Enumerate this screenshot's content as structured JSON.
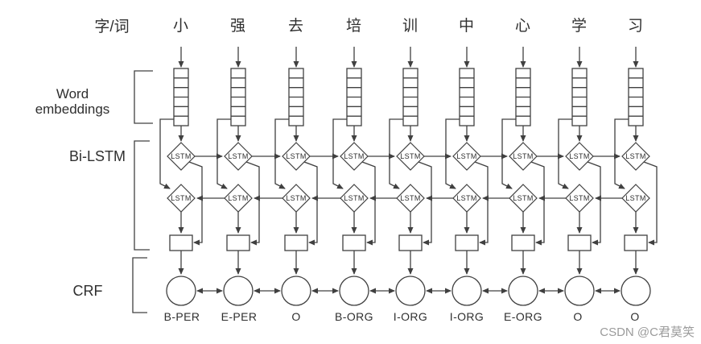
{
  "diagram": {
    "io_label": "字/词",
    "section_labels": {
      "word_embeddings_line1": "Word",
      "word_embeddings_line2": "embeddings",
      "bilstm": "Bi-LSTM",
      "crf": "CRF"
    },
    "node_label": {
      "lstm": "LSTM"
    },
    "columns": [
      {
        "char": "小",
        "tag": "B-PER"
      },
      {
        "char": "强",
        "tag": "E-PER"
      },
      {
        "char": "去",
        "tag": "O"
      },
      {
        "char": "培",
        "tag": "B-ORG"
      },
      {
        "char": "训",
        "tag": "I-ORG"
      },
      {
        "char": "中",
        "tag": "I-ORG"
      },
      {
        "char": "心",
        "tag": "E-ORG"
      },
      {
        "char": "学",
        "tag": "O"
      },
      {
        "char": "习",
        "tag": "O"
      }
    ],
    "watermark": "CSDN @C君莫笑",
    "colors": {
      "line": "#404040",
      "text": "#2f2f2f",
      "watermark": "#9b9b9b",
      "background": "#ffffff"
    }
  }
}
